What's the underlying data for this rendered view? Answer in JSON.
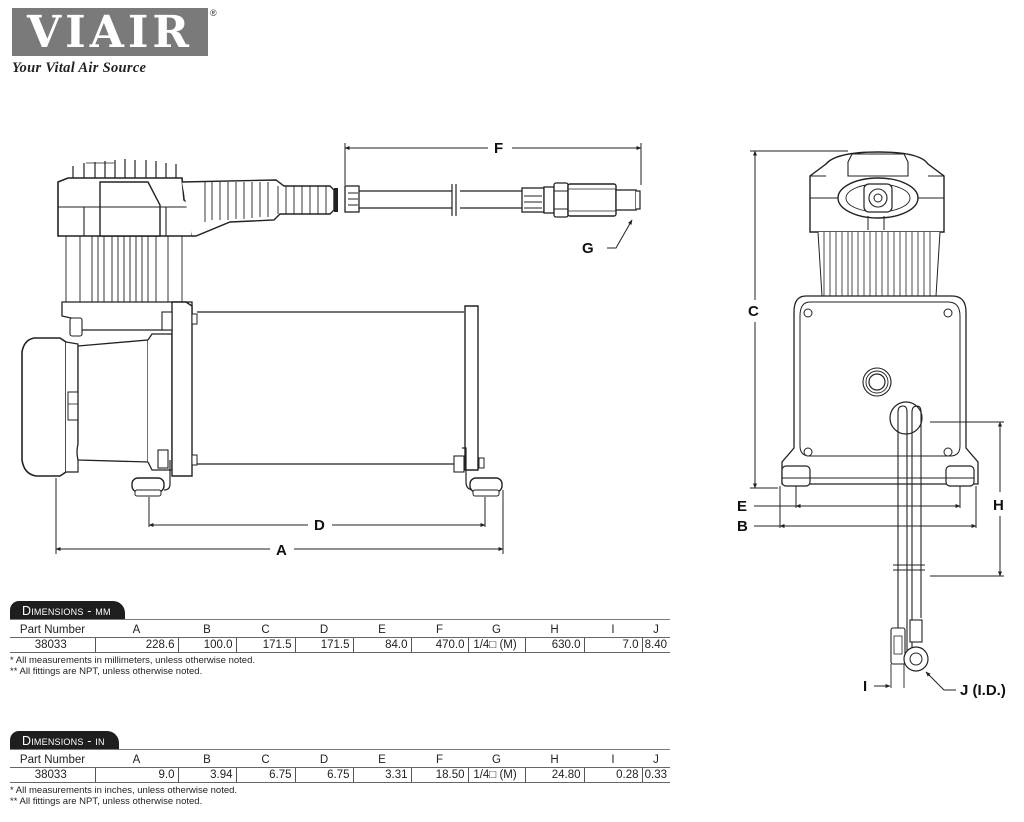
{
  "logo": {
    "brand": "VIAIR",
    "registered": "®",
    "tagline": "Your Vital Air Source"
  },
  "drawing": {
    "labels": {
      "A": "A",
      "B": "B",
      "C": "C",
      "D": "D",
      "E": "E",
      "F": "F",
      "G": "G",
      "H": "H",
      "I": "I",
      "J": "J (I.D.)"
    }
  },
  "tables": {
    "mm": {
      "title": "Dimensions - mm",
      "columns": [
        "Part Number",
        "A",
        "B",
        "C",
        "D",
        "E",
        "F",
        "G",
        "H",
        "I",
        "J"
      ],
      "row": [
        "38033",
        "228.6",
        "100.0",
        "171.5",
        "171.5",
        "84.0",
        "470.0",
        "1/4□ (M)",
        "630.0",
        "7.0",
        "8.40"
      ],
      "notes": [
        "* All measurements in millimeters, unless otherwise noted.",
        "** All fittings are NPT, unless otherwise noted."
      ]
    },
    "in": {
      "title": "Dimensions - in",
      "columns": [
        "Part Number",
        "A",
        "B",
        "C",
        "D",
        "E",
        "F",
        "G",
        "H",
        "I",
        "J"
      ],
      "row": [
        "38033",
        "9.0",
        "3.94",
        "6.75",
        "6.75",
        "3.31",
        "18.50",
        "1/4□ (M)",
        "24.80",
        "0.28",
        "0.33"
      ],
      "notes": [
        "* All measurements in inches, unless otherwise noted.",
        "** All fittings are NPT, unless otherwise noted."
      ]
    }
  }
}
